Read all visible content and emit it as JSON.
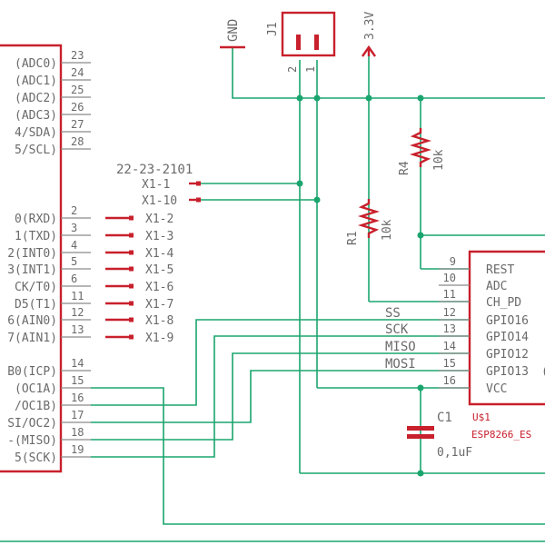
{
  "left_ic": {
    "pins": [
      {
        "label": "(ADC0)",
        "num": "23"
      },
      {
        "label": "(ADC1)",
        "num": "24"
      },
      {
        "label": "(ADC2)",
        "num": "25"
      },
      {
        "label": "(ADC3)",
        "num": "26"
      },
      {
        "label": "4/SDA)",
        "num": "27"
      },
      {
        "label": "5/SCL)",
        "num": "28"
      },
      {
        "label": "0(RXD)",
        "num": "2"
      },
      {
        "label": "1(TXD)",
        "num": "3"
      },
      {
        "label": "2(INT0)",
        "num": "4"
      },
      {
        "label": "3(INT1)",
        "num": "5"
      },
      {
        "label": "CK/T0)",
        "num": "6"
      },
      {
        "label": "D5(T1)",
        "num": "11"
      },
      {
        "label": "6(AIN0)",
        "num": "12"
      },
      {
        "label": "7(AIN1)",
        "num": "13"
      },
      {
        "label": "B0(ICP)",
        "num": "14"
      },
      {
        "label": "(OC1A)",
        "num": "15"
      },
      {
        "label": "/OC1B)",
        "num": "16"
      },
      {
        "label": "SI/OC2)",
        "num": "17"
      },
      {
        "label": "-(MISO)",
        "num": "18"
      },
      {
        "label": "5(SCK)",
        "num": "19"
      }
    ]
  },
  "header": {
    "part_name": "22-23-2101",
    "pins": [
      "X1-1",
      "X1-10",
      "X1-2",
      "X1-3",
      "X1-4",
      "X1-5",
      "X1-6",
      "X1-7",
      "X1-8",
      "X1-9"
    ]
  },
  "power": {
    "gnd": "GND",
    "vcc": "3.3V"
  },
  "connector": {
    "name": "J1",
    "pin2": "2",
    "pin1": "1"
  },
  "resistors": [
    {
      "name": "R4",
      "value": "10k"
    },
    {
      "name": "R1",
      "value": "10k"
    }
  ],
  "capacitor": {
    "name": "C1",
    "value": "0,1uF"
  },
  "spi_labels": [
    "SS",
    "SCK",
    "MISO",
    "MOSI"
  ],
  "esp": {
    "name": "U$1",
    "part": "ESP8266_ES",
    "cut_letter": "(",
    "pins": [
      {
        "num": "9",
        "label": "REST"
      },
      {
        "num": "10",
        "label": "ADC"
      },
      {
        "num": "11",
        "label": "CH_PD"
      },
      {
        "num": "12",
        "label": "GPIO16"
      },
      {
        "num": "13",
        "label": "GPIO14"
      },
      {
        "num": "14",
        "label": "GPIO12"
      },
      {
        "num": "15",
        "label": "GPIO13"
      },
      {
        "num": "16",
        "label": "VCC"
      }
    ]
  },
  "colors": {
    "wire": "#1aa56e",
    "part": "#c8202c",
    "text": "#6a6a6a"
  }
}
